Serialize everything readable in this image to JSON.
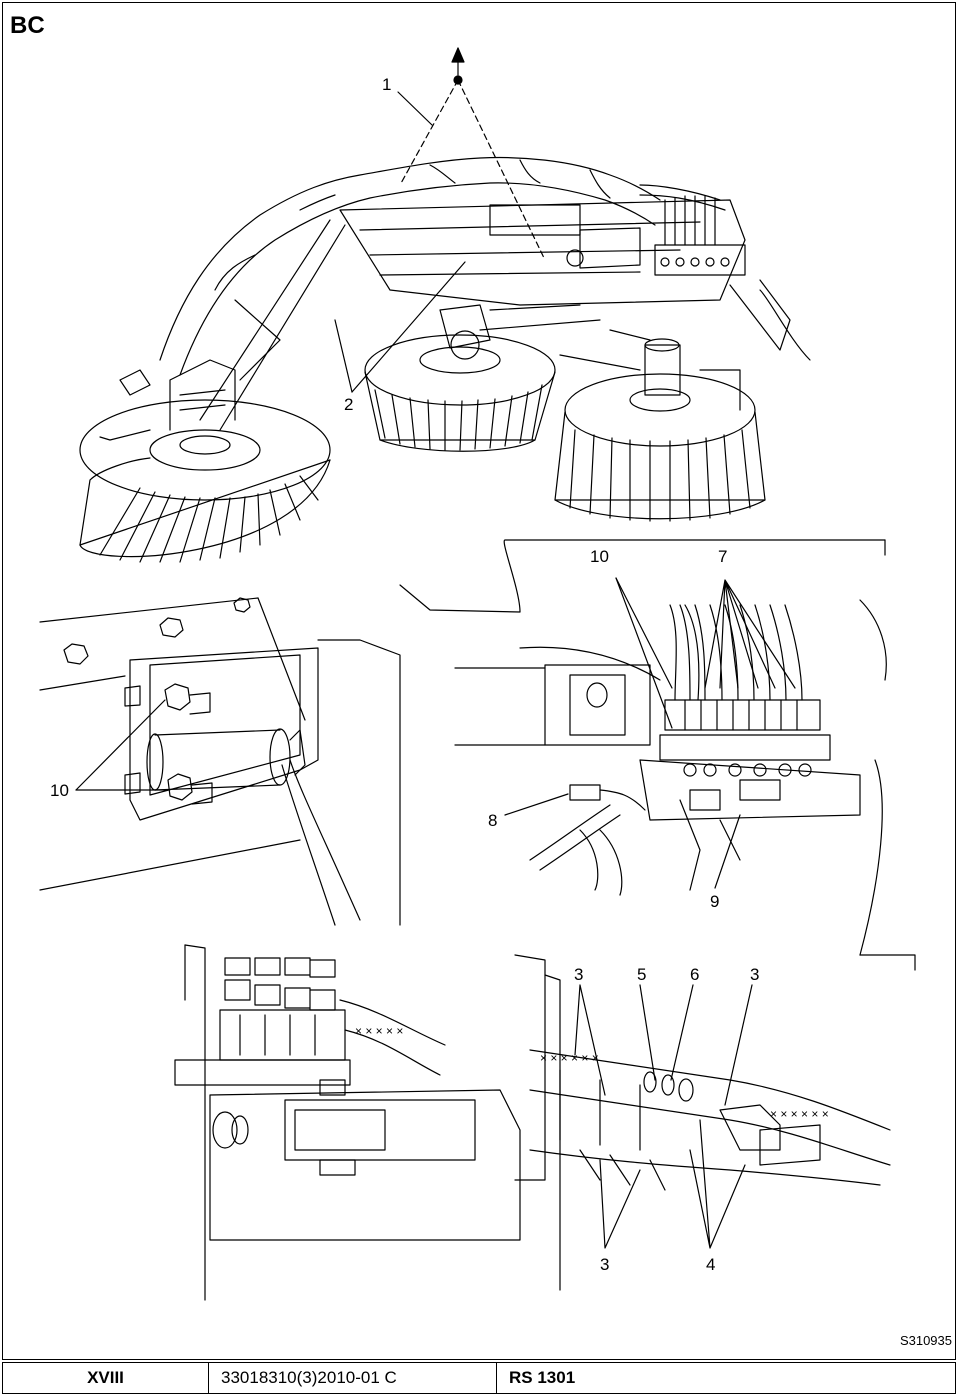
{
  "header": {
    "section_code": "BC"
  },
  "callouts": {
    "c1": "1",
    "c2": "2",
    "c10_top": "10",
    "c7": "7",
    "c10_left": "10",
    "c8": "8",
    "c9": "9",
    "c3_a": "3",
    "c5": "5",
    "c6": "6",
    "c3_b": "3",
    "c3_bottom": "3",
    "c4": "4"
  },
  "drawing_id": "S310935",
  "footer": {
    "page": "XVIII",
    "doc_ref": "33018310(3)2010-01 C",
    "model": "RS 1301"
  }
}
